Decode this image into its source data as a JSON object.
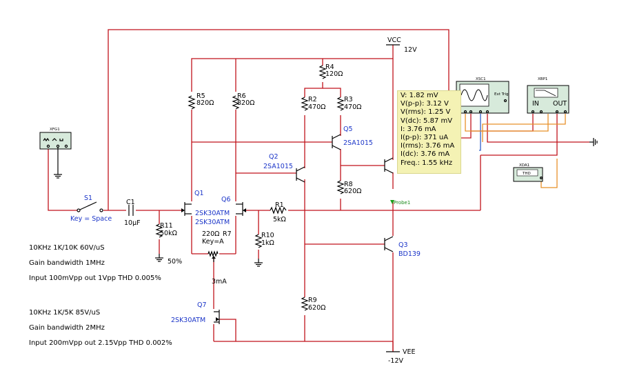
{
  "instruments": {
    "function_generator": "XFG1",
    "oscilloscope": "XSC1",
    "oscilloscope_ext_trig": "Ext Trig",
    "bode_plotter": "XBP1",
    "bode_in": "IN",
    "bode_out": "OUT",
    "distortion_analyzer": "XDA1",
    "distortion_label": "THD"
  },
  "supplies": {
    "vcc_label": "VCC",
    "vcc_value": "12V",
    "vee_label": "VEE",
    "vee_value": "-12V"
  },
  "switch": {
    "ref": "S1",
    "key": "Key = Space"
  },
  "capacitor": {
    "ref": "C1",
    "value": "10µF"
  },
  "resistors": {
    "r1": {
      "ref": "R1",
      "value": "5kΩ"
    },
    "r2": {
      "ref": "R2",
      "value": "470Ω"
    },
    "r3": {
      "ref": "R3",
      "value": "470Ω"
    },
    "r4": {
      "ref": "R4",
      "value": "120Ω"
    },
    "r5": {
      "ref": "R5",
      "value": "820Ω"
    },
    "r6": {
      "ref": "R6",
      "value": "820Ω"
    },
    "r7": {
      "ref": "R7",
      "value": "220Ω",
      "key": "Key=A",
      "setting": "50%"
    },
    "r8": {
      "ref": "R8",
      "value": "620Ω"
    },
    "r9": {
      "ref": "R9",
      "value": "620Ω"
    },
    "r10": {
      "ref": "R10",
      "value": "1kΩ"
    },
    "r11": {
      "ref": "R11",
      "value": "50kΩ"
    }
  },
  "transistors": {
    "q1": {
      "ref": "Q1",
      "part": "2SK30ATM"
    },
    "q6": {
      "ref": "Q6",
      "part": "2SK30ATM"
    },
    "q2": {
      "ref": "Q2",
      "part": "2SA1015"
    },
    "q5": {
      "ref": "Q5",
      "part": "2SA1015"
    },
    "q3": {
      "ref": "Q3",
      "part": "BD139"
    },
    "q7": {
      "ref": "Q7",
      "part": "2SK30ATM"
    }
  },
  "current_label": "3mA",
  "probe": {
    "name": "Probe1",
    "lines": [
      "V: 1.82 mV",
      "V(p-p): 3.12 V",
      "V(rms): 1.25 V",
      "V(dc): 5.87 mV",
      "I: 3.76 mA",
      "I(p-p): 371 uA",
      "I(rms): 3.76 mA",
      "I(dc): 3.76 mA",
      "Freq.: 1.55 kHz"
    ]
  },
  "notes": {
    "block1": [
      "10KHz 1K/10K 60V/uS",
      "Gain bandwidth 1MHz",
      "Input 100mVpp out 1Vpp THD 0.005%"
    ],
    "block2": [
      "10KHz 1K/5K 85V/uS",
      "Gain bandwidth 2MHz",
      "Input 200mVpp out 2.15Vpp THD 0.002%"
    ]
  }
}
